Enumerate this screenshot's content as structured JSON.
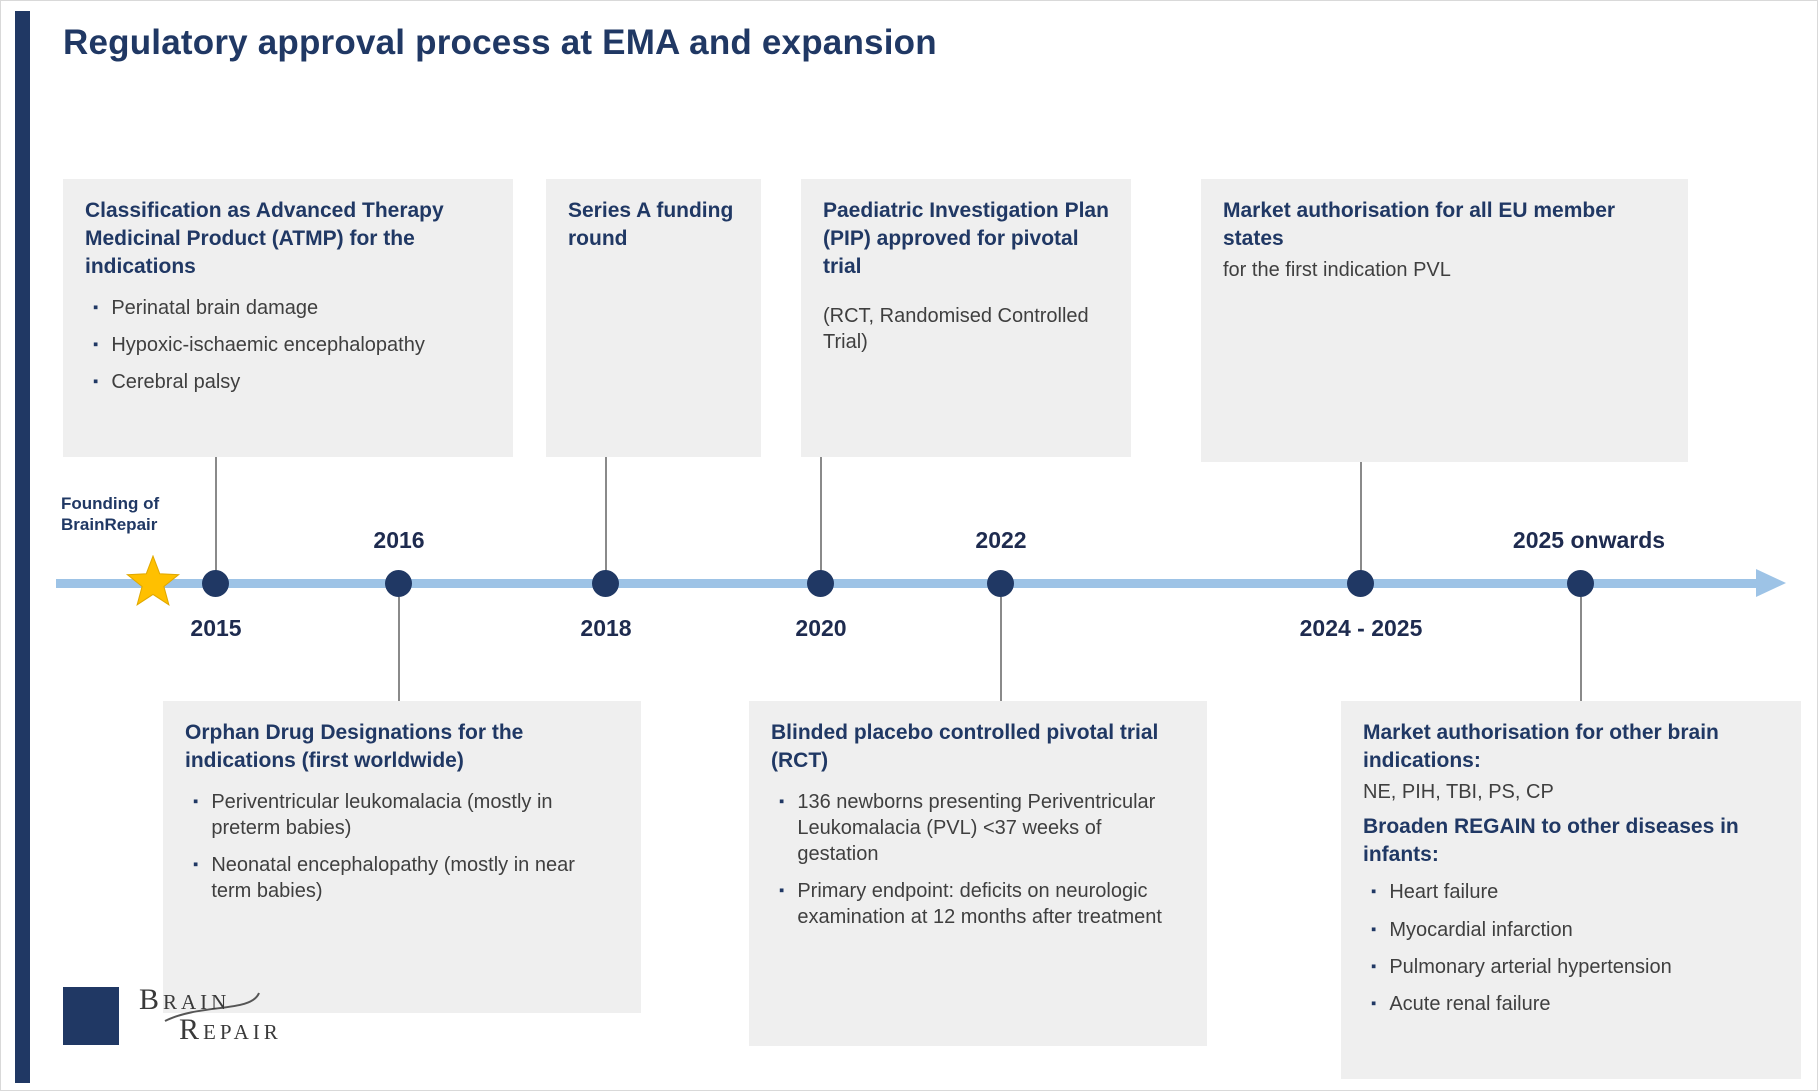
{
  "title": "Regulatory approval process at EMA and expansion",
  "colors": {
    "navy": "#203864",
    "timeline": "#9dc3e6",
    "star": "#ffc000",
    "box": "#efefef",
    "body": "#3f3f3f"
  },
  "founding": {
    "line1": "Founding of",
    "line2": "BrainRepair"
  },
  "years": {
    "y2015": "2015",
    "y2016": "2016",
    "y2018": "2018",
    "y2020": "2020",
    "y2022": "2022",
    "y2024": "2024 - 2025",
    "y2025": "2025 onwards"
  },
  "box_atmp": {
    "title": "Classification as Advanced Therapy Medicinal Product (ATMP) for the indications",
    "bullets": [
      "Perinatal brain damage",
      "Hypoxic-ischaemic encephalopathy",
      "Cerebral palsy"
    ]
  },
  "box_series_a": {
    "title": "Series A funding round"
  },
  "box_pip": {
    "title": "Paediatric Investigation Plan (PIP) approved for pivotal trial",
    "subtitle": "(RCT, Randomised Controlled Trial)"
  },
  "box_market_eu": {
    "title": "Market authorisation for all EU member states",
    "subtitle": "for the first indication PVL"
  },
  "box_orphan": {
    "title": "Orphan Drug Designations for the indications (first worldwide)",
    "bullets": [
      "Periventricular leukomalacia (mostly in preterm babies)",
      "Neonatal encephalopathy (mostly in near term babies)"
    ]
  },
  "box_trial": {
    "title": "Blinded placebo controlled pivotal trial (RCT)",
    "bullets": [
      "136 newborns presenting Periventricular Leukomalacia (PVL) <37 weeks of gestation",
      "Primary endpoint: deficits on neurologic examination at 12 months after treatment"
    ]
  },
  "box_market_other": {
    "title": "Market authorisation for other brain indications:",
    "subtitle": "NE, PIH, TBI, PS, CP",
    "title2": "Broaden REGAIN to other diseases in infants:",
    "bullets": [
      "Heart failure",
      "Myocardial infarction",
      "Pulmonary arterial hypertension",
      "Acute renal failure"
    ]
  },
  "logo": {
    "line1": "Brain",
    "line2": "Repair"
  }
}
